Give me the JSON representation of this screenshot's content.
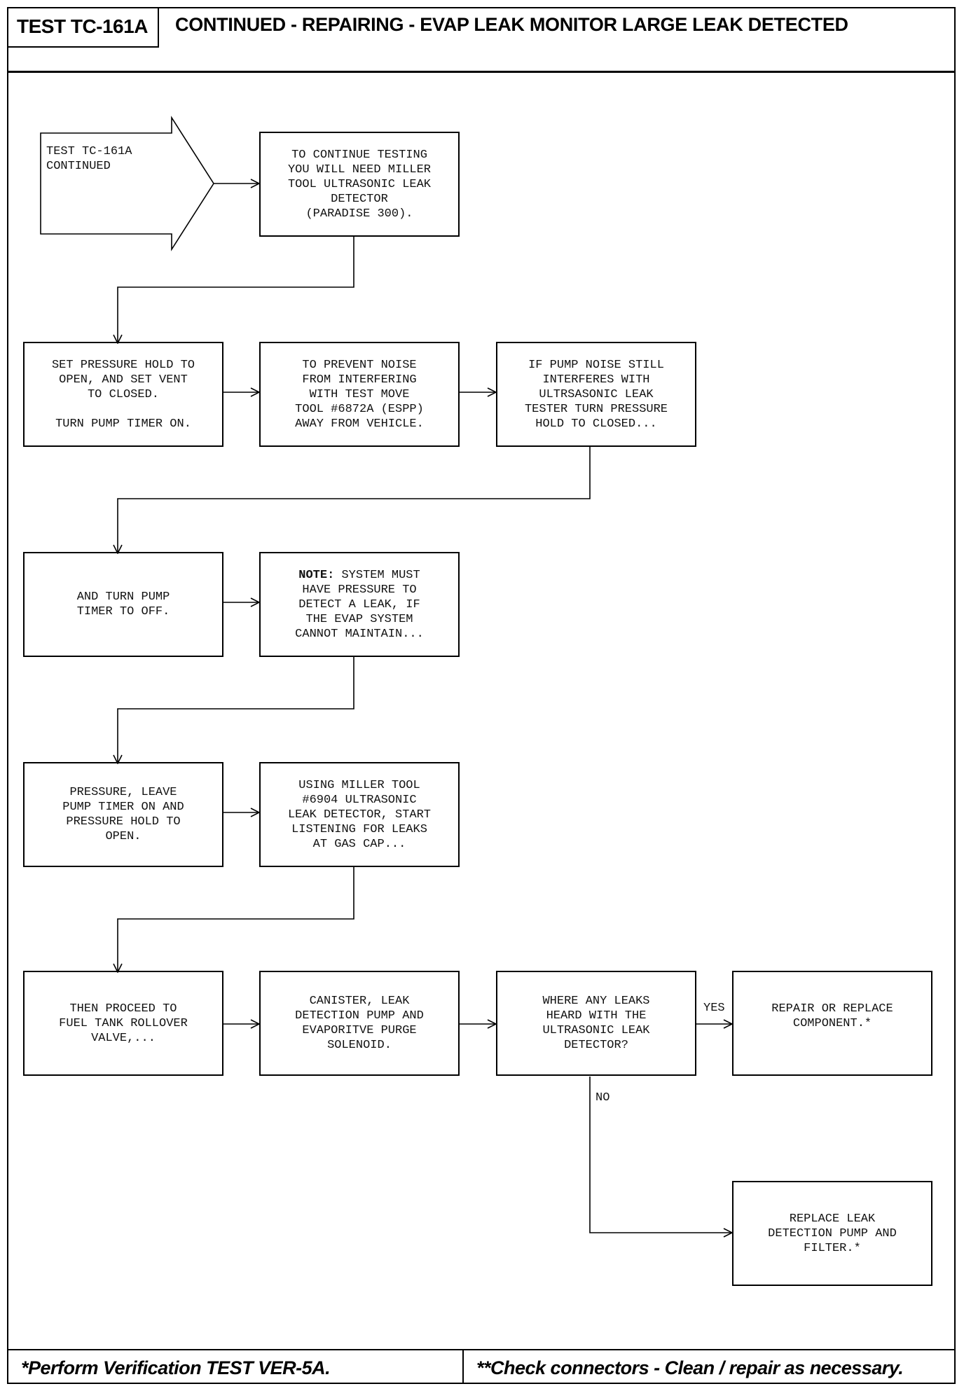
{
  "header": {
    "test_id": "TEST TC-161A",
    "title": "CONTINUED - REPAIRING - EVAP LEAK MONITOR LARGE LEAK DETECTED"
  },
  "flowchart": {
    "start": "TEST TC-161A\nCONTINUED",
    "step_1": "TO CONTINUE TESTING\nYOU WILL NEED MILLER\nTOOL ULTRASONIC LEAK\nDETECTOR\n(PARADISE 300).",
    "step_2": "SET PRESSURE HOLD TO\nOPEN, AND SET VENT\nTO CLOSED.\n\nTURN PUMP TIMER ON.",
    "step_3": "TO PREVENT NOISE\nFROM INTERFERING\nWITH TEST MOVE\nTOOL #6872A (ESPP)\nAWAY FROM VEHICLE.",
    "step_4": "IF PUMP NOISE STILL\nINTERFERES WITH\nULTRSASONIC LEAK\nTESTER TURN PRESSURE\nHOLD TO CLOSED...",
    "step_5": "AND TURN PUMP\nTIMER TO OFF.",
    "step_6_note_label": "NOTE:",
    "step_6": " SYSTEM MUST\nHAVE PRESSURE TO\nDETECT A LEAK, IF\nTHE EVAP SYSTEM\nCANNOT MAINTAIN...",
    "step_7": "PRESSURE, LEAVE\nPUMP TIMER ON AND\nPRESSURE HOLD TO\nOPEN.",
    "step_8": "USING MILLER TOOL\n#6904 ULTRASONIC\nLEAK DETECTOR, START\nLISTENING FOR LEAKS\nAT GAS CAP...",
    "step_9": "THEN PROCEED TO\nFUEL TANK ROLLOVER\nVALVE,...",
    "step_10": "CANISTER, LEAK\nDETECTION PUMP AND\nEVAPORITVE PURGE\nSOLENOID.",
    "decision": "WHERE ANY LEAKS\nHEARD WITH THE\nULTRASONIC LEAK\nDETECTOR?",
    "yes_label": "YES",
    "no_label": "NO",
    "result_yes": "REPAIR OR REPLACE\nCOMPONENT.*",
    "result_no": "REPLACE LEAK\nDETECTION PUMP AND\nFILTER.*"
  },
  "footer": {
    "left_note": "*Perform Verification TEST VER-5A.",
    "right_note": "**Check connectors - Clean / repair as necessary."
  }
}
